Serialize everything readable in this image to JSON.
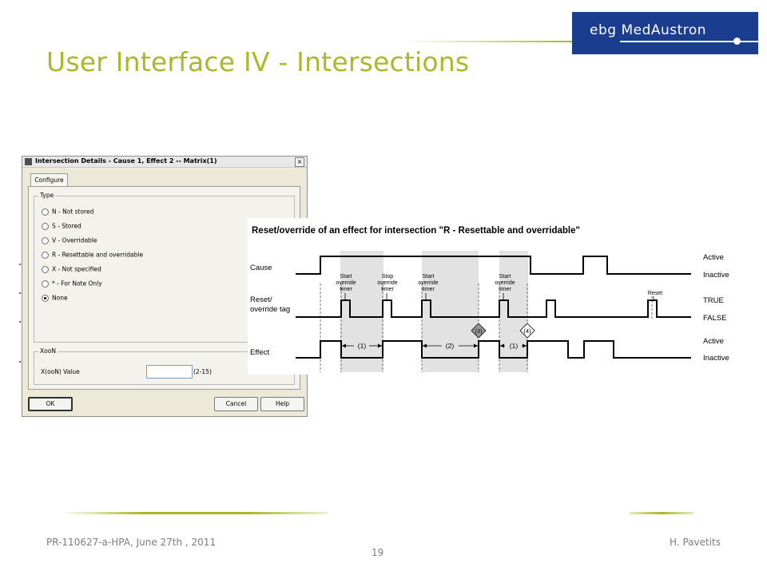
{
  "slide": {
    "title": "User Interface IV - Intersections",
    "logo": "ebg MedAustron",
    "footer_left": "PR-110627-a-HPA, June 27th , 2011",
    "footer_right": "H. Pavetits",
    "page_number": "19"
  },
  "colors": {
    "title": "#a8ba2c",
    "accent_line": "#a9b82a",
    "logo_bg": "#1b3d8f",
    "footer_text": "#7d7d7d"
  },
  "dialog": {
    "title": "Intersection Details - Cause 1, Effect 2 -- Matrix(1)",
    "close_glyph": "×",
    "tab_label": "Configure",
    "type_group_title": "Type",
    "type_options": [
      {
        "label": "N - Not stored",
        "checked": false
      },
      {
        "label": "S - Stored",
        "checked": false
      },
      {
        "label": "V - Overridable",
        "checked": false
      },
      {
        "label": "R - Resettable and overridable",
        "checked": false
      },
      {
        "label": "X - Not specified",
        "checked": false
      },
      {
        "label": "* - For Note Only",
        "checked": false
      },
      {
        "label": "None",
        "checked": true
      }
    ],
    "xoon_group_title": "XooN",
    "xoon_label": "X(ooN) Value",
    "xoon_value": "",
    "xoon_range": "(2-15)",
    "ok_label": "OK",
    "cancel_label": "Cancel",
    "help_label": "Help"
  },
  "timing": {
    "title": "Reset/override of an effect for intersection \"R - Resettable and overridable\"",
    "rows": {
      "cause": "Cause",
      "reset_line1": "Reset/",
      "reset_line2": "override tag",
      "effect": "Effect"
    },
    "states": {
      "cause_high": "Active",
      "cause_low": "Inactive",
      "reset_high": "TRUE",
      "reset_low": "FALSE",
      "effect_high": "Active",
      "effect_low": "Inactive"
    },
    "annotations": {
      "start1_a": "Start",
      "start1_b": "override",
      "start1_c": "timer",
      "stop1_a": "Stop",
      "stop1_b": "override",
      "stop1_c": "timer",
      "start2_a": "Start",
      "start2_b": "override",
      "start2_c": "timer",
      "start3_a": "Start",
      "start3_b": "override",
      "start3_c": "timer",
      "reset": "Reset"
    },
    "intervals": {
      "i1": "(1)",
      "i2": "(2)",
      "i3": "(1)"
    },
    "markers": {
      "m3": "(3)",
      "m4": "(4)"
    }
  }
}
